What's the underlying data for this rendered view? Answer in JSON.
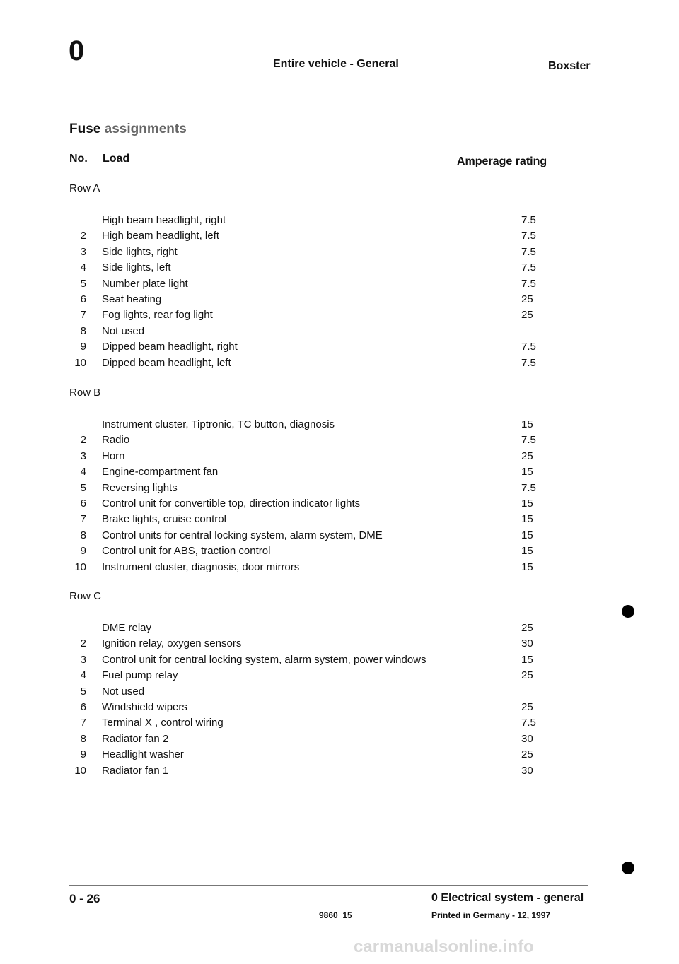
{
  "header": {
    "chapter": "0",
    "title": "Entire vehicle - General",
    "brand": "Boxster"
  },
  "section": {
    "title_bold": "Fuse",
    "title_light": "assignments"
  },
  "columns": {
    "no": "No.",
    "load": "Load",
    "amperage": "Amperage rating"
  },
  "rows": [
    {
      "label": "Row A",
      "items": [
        {
          "no": "",
          "load": "High beam headlight, right",
          "amp": "7.5"
        },
        {
          "no": "2",
          "load": "High beam headlight, left",
          "amp": "7.5"
        },
        {
          "no": "3",
          "load": "Side lights, right",
          "amp": "7.5"
        },
        {
          "no": "4",
          "load": "Side lights, left",
          "amp": "7.5"
        },
        {
          "no": "5",
          "load": "Number plate light",
          "amp": "7.5"
        },
        {
          "no": "6",
          "load": "Seat heating",
          "amp": "25"
        },
        {
          "no": "7",
          "load": "Fog lights, rear fog light",
          "amp": "25"
        },
        {
          "no": "8",
          "load": "Not used",
          "amp": ""
        },
        {
          "no": "9",
          "load": "Dipped beam headlight, right",
          "amp": "7.5"
        },
        {
          "no": "10",
          "load": "Dipped beam headlight, left",
          "amp": "7.5"
        }
      ]
    },
    {
      "label": "Row B",
      "items": [
        {
          "no": "",
          "load": "Instrument cluster, Tiptronic, TC button, diagnosis",
          "amp": "15"
        },
        {
          "no": "2",
          "load": "Radio",
          "amp": "7.5"
        },
        {
          "no": "3",
          "load": "Horn",
          "amp": "25"
        },
        {
          "no": "4",
          "load": "Engine-compartment fan",
          "amp": "15"
        },
        {
          "no": "5",
          "load": "Reversing lights",
          "amp": "7.5"
        },
        {
          "no": "6",
          "load": "Control unit for convertible top, direction indicator lights",
          "amp": "15"
        },
        {
          "no": "7",
          "load": "Brake lights, cruise control",
          "amp": "15"
        },
        {
          "no": "8",
          "load": "Control units for central locking system, alarm system, DME",
          "amp": "15"
        },
        {
          "no": "9",
          "load": "Control unit for ABS, traction control",
          "amp": "15"
        },
        {
          "no": "10",
          "load": "Instrument cluster, diagnosis, door mirrors",
          "amp": "15"
        }
      ]
    },
    {
      "label": "Row C",
      "items": [
        {
          "no": "",
          "load": "DME relay",
          "amp": "25"
        },
        {
          "no": "2",
          "load": "Ignition relay, oxygen sensors",
          "amp": "30"
        },
        {
          "no": "3",
          "load": "Control unit for central locking system, alarm system, power windows",
          "amp": "15"
        },
        {
          "no": "4",
          "load": "Fuel pump relay",
          "amp": "25"
        },
        {
          "no": "5",
          "load": "Not used",
          "amp": ""
        },
        {
          "no": "6",
          "load": "Windshield wipers",
          "amp": "25"
        },
        {
          "no": "7",
          "load": "Terminal X , control wiring",
          "amp": "7.5"
        },
        {
          "no": "8",
          "load": "Radiator fan 2",
          "amp": "30"
        },
        {
          "no": "9",
          "load": "Headlight washer",
          "amp": "25"
        },
        {
          "no": "10",
          "load": "Radiator fan 1",
          "amp": "30"
        }
      ]
    }
  ],
  "footer": {
    "page": "0 - 26",
    "section": "0 Electrical system - general",
    "code": "9860_15",
    "printed": "Printed in Germany - 12, 1997"
  },
  "watermark": "carmanualsonline.info"
}
